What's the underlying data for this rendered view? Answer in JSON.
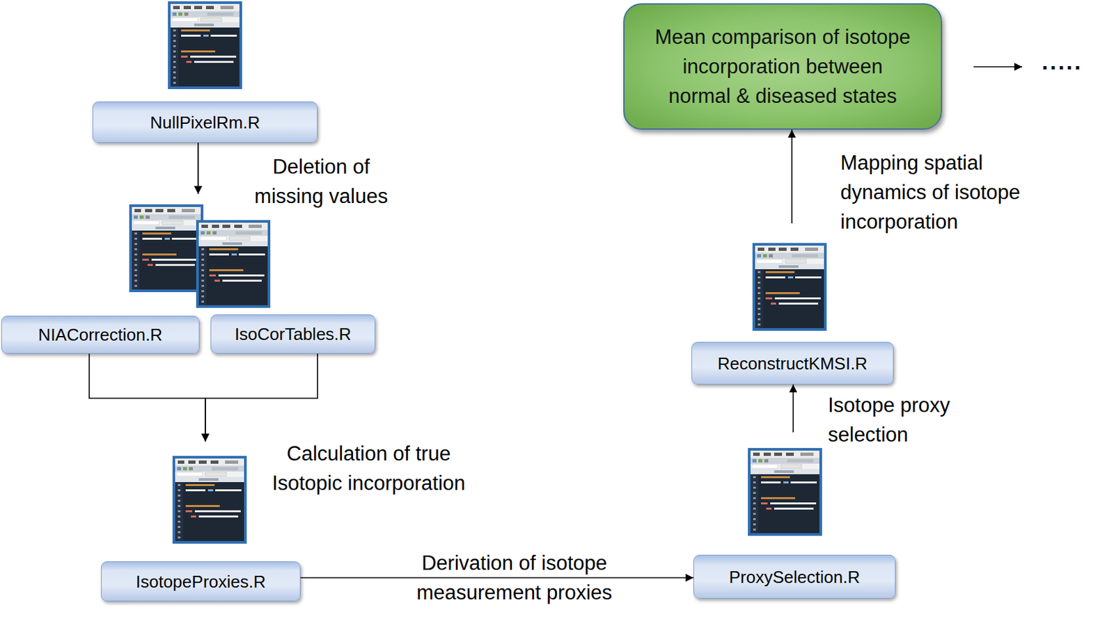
{
  "diagram": {
    "nodes": [
      {
        "text": [
          "NullPixelRm.R"
        ]
      },
      {
        "text": [
          "NIACorrection.R"
        ]
      },
      {
        "text": [
          "IsoCorTables.R"
        ]
      },
      {
        "text": [
          "IsotopeProxies.R"
        ]
      },
      {
        "text": [
          "ProxySelection.R"
        ]
      },
      {
        "text": [
          "ReconstructKMSI.R"
        ]
      },
      {
        "text": [
          "Mean comparison of isotope incorporation between normal & diseased states"
        ]
      }
    ],
    "edges": [
      {
        "from": 0,
        "to": 1,
        "arrow": "to",
        "label": "Deletion of missing values"
      },
      {
        "from": 0,
        "to": 2,
        "arrow": "to"
      },
      {
        "from": 1,
        "to": 3,
        "arrow": "to",
        "label": "Calculation of true Isotopic incorporation"
      },
      {
        "from": 2,
        "to": 3,
        "arrow": "to"
      },
      {
        "from": 3,
        "to": 4,
        "arrow": "to",
        "label": "Derivation of isotope measurement proxies"
      },
      {
        "from": 4,
        "to": 5,
        "arrow": "to",
        "label": "Isotope proxy selection"
      },
      {
        "from": 5,
        "to": 6,
        "arrow": "to",
        "label": "Mapping spatial dynamics of isotope incorporation"
      }
    ],
    "labels": [
      "....."
    ]
  }
}
